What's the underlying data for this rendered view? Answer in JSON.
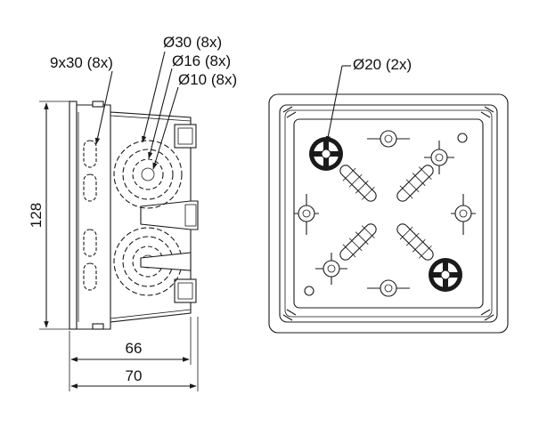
{
  "labels": {
    "slot": "9x30 (8x)",
    "d30": "Ø30 (8x)",
    "d16": "Ø16 (8x)",
    "d10": "Ø10 (8x)",
    "d20": "Ø20 (2x)",
    "height": "128",
    "depth_inner": "66",
    "depth_outer": "70"
  }
}
